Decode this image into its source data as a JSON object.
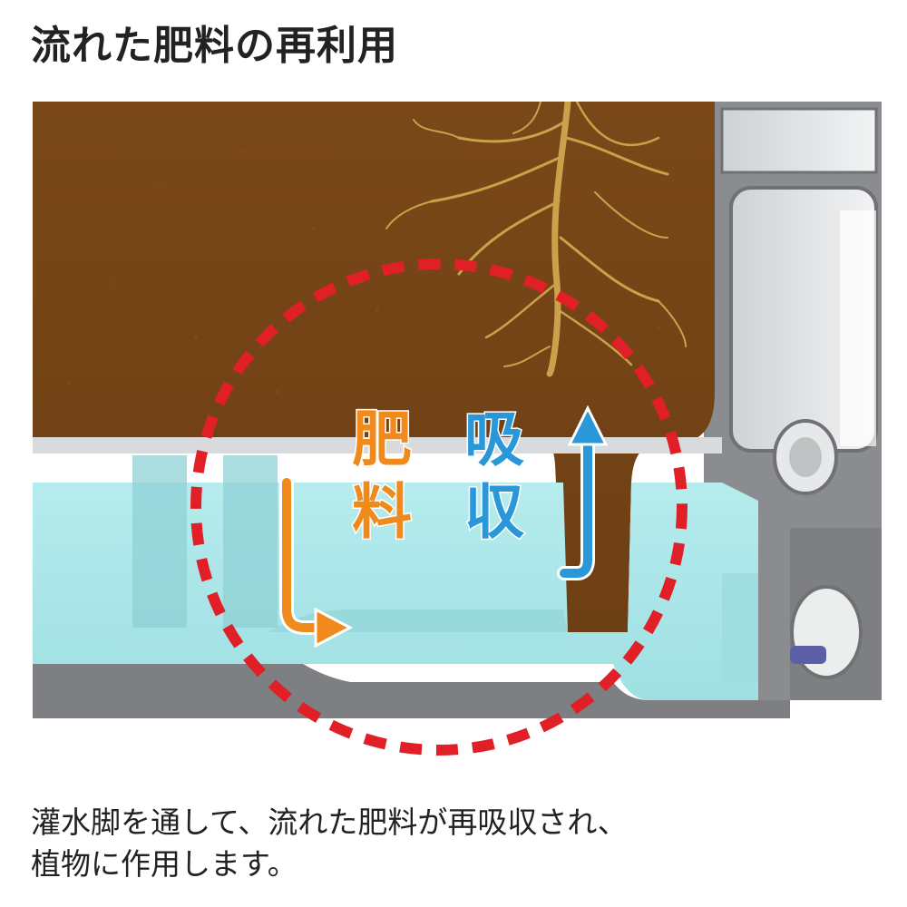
{
  "title": "流れた肥料の再利用",
  "labels": {
    "fertilizer": [
      "肥",
      "料"
    ],
    "absorb": [
      "吸",
      "収"
    ]
  },
  "caption": {
    "line1": "灌水脚を通して、流れた肥料が再吸収され、",
    "line2": "植物に作用します。"
  },
  "colors": {
    "soil": "#7b4a1c",
    "water": "#a9e6e8",
    "fertilizer_arrow": "#f08a1c",
    "absorb_arrow": "#2a97d8",
    "cycle": "#e01f26",
    "roots": "#c9a14a",
    "frame": "#7d7f82"
  },
  "icons": [
    "down-right-arrow-icon",
    "up-arrow-icon"
  ]
}
